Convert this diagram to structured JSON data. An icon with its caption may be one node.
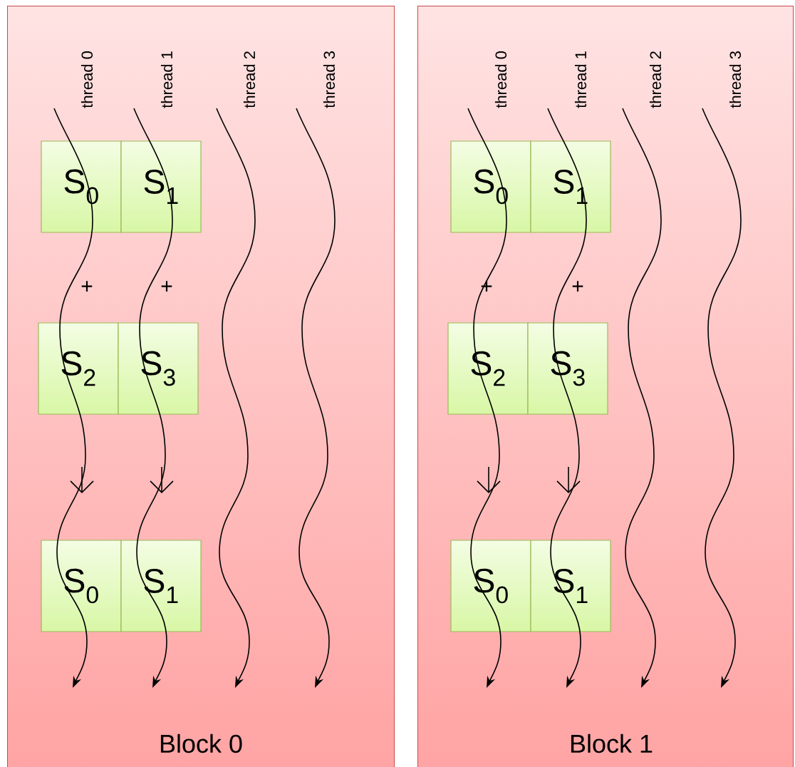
{
  "diagram": {
    "nodes": [
      {
        "text": [
          "Block 0"
        ]
      },
      {
        "text": [
          "thread 0"
        ],
        "in": 0
      },
      {
        "text": [
          "thread 1"
        ],
        "in": 0
      },
      {
        "text": [
          "thread 2"
        ],
        "in": 0
      },
      {
        "text": [
          "thread 3"
        ],
        "in": 0
      },
      {
        "text": [
          "S$_{0}$"
        ],
        "in": 0
      },
      {
        "text": [
          "S$_{1}$"
        ],
        "in": 0
      },
      {
        "text": [
          "S$_{2}$"
        ],
        "in": 0
      },
      {
        "text": [
          "S$_{3}$"
        ],
        "in": 0
      },
      {
        "text": [
          "S$_{0}$"
        ],
        "in": 0
      },
      {
        "text": [
          "S$_{1}$"
        ],
        "in": 0
      },
      {
        "text": [
          "Block 1"
        ]
      },
      {
        "text": [
          "thread 0"
        ],
        "in": 11
      },
      {
        "text": [
          "thread 1"
        ],
        "in": 11
      },
      {
        "text": [
          "thread 2"
        ],
        "in": 11
      },
      {
        "text": [
          "thread 3"
        ],
        "in": 11
      },
      {
        "text": [
          "S$_{0}$"
        ],
        "in": 11
      },
      {
        "text": [
          "S$_{1}$"
        ],
        "in": 11
      },
      {
        "text": [
          "S$_{2}$"
        ],
        "in": 11
      },
      {
        "text": [
          "S$_{3}$"
        ],
        "in": 11
      },
      {
        "text": [
          "S$_{0}$"
        ],
        "in": 11
      },
      {
        "text": [
          "S$_{1}$"
        ],
        "in": 11
      }
    ],
    "edges": [
      {
        "from": 1,
        "to": null,
        "arrow": "to"
      },
      {
        "from": 2,
        "to": null,
        "arrow": "to"
      },
      {
        "from": 3,
        "to": null,
        "arrow": "to"
      },
      {
        "from": 4,
        "to": null,
        "arrow": "to"
      },
      {
        "from": 12,
        "to": null,
        "arrow": "to"
      },
      {
        "from": 13,
        "to": null,
        "arrow": "to"
      },
      {
        "from": 14,
        "to": null,
        "arrow": "to"
      },
      {
        "from": 15,
        "to": null,
        "arrow": "to"
      }
    ],
    "labels": [
      "+",
      "+",
      "+",
      "+"
    ]
  }
}
